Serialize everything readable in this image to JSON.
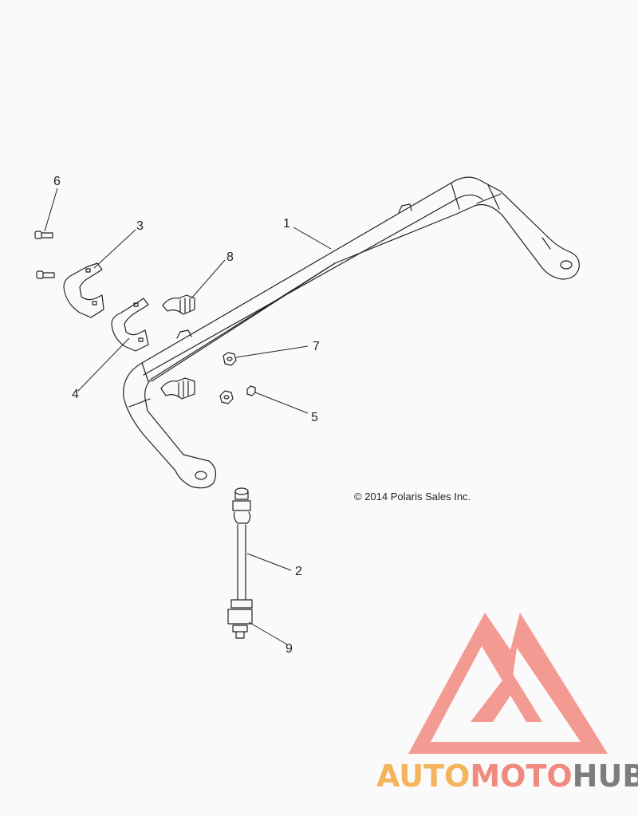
{
  "copyright": "© 2014 Polaris Sales Inc.",
  "callouts": {
    "c1": "1",
    "c2": "2",
    "c3": "3",
    "c4": "4",
    "c5": "5",
    "c6": "6",
    "c7": "7",
    "c8": "8",
    "c9": "9"
  },
  "watermark": {
    "part1": "AUTO",
    "part2": "MOTO",
    "part3": "HUB",
    "colors": {
      "auto": "#f4b45c",
      "moto": "#f08a7e",
      "hub": "#7d7d7d",
      "logo": "#f28a82"
    }
  }
}
